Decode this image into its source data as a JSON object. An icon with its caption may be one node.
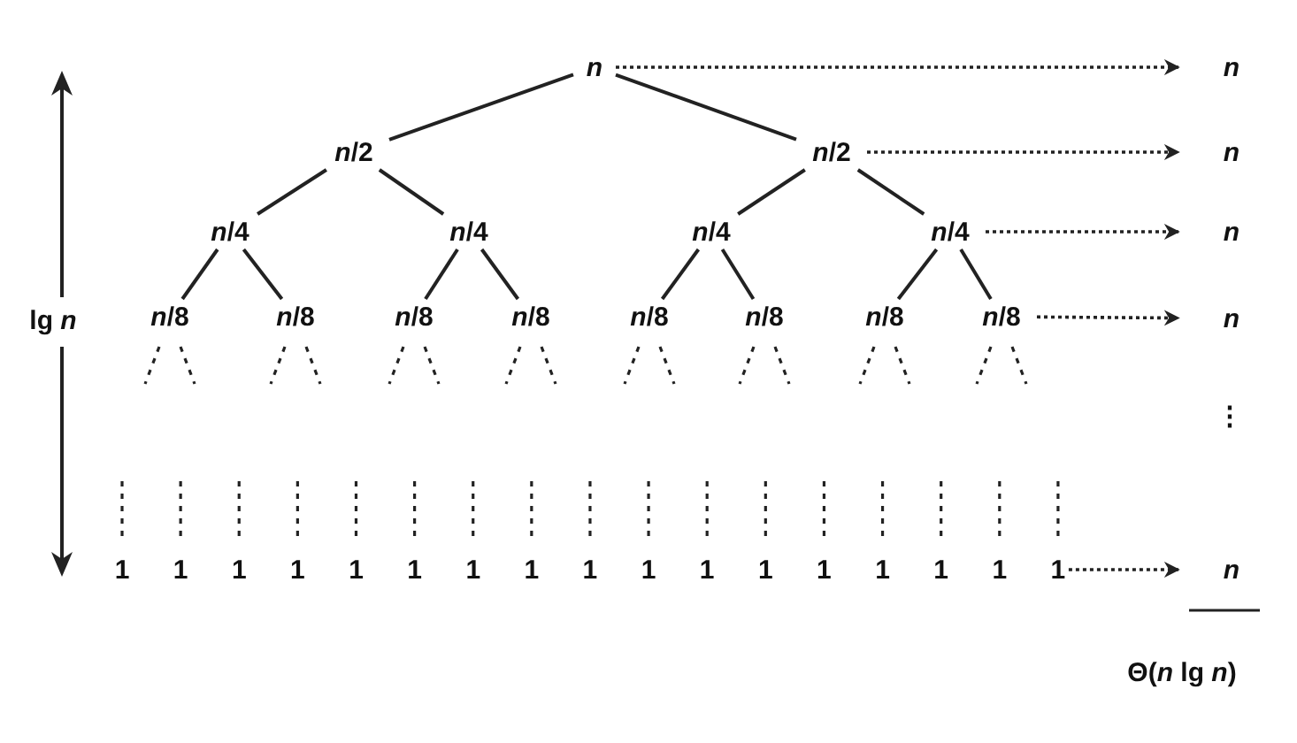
{
  "diagram": {
    "nodes": [
      {
        "text": [
          "n"
        ]
      },
      {
        "text": [
          "n"
        ]
      },
      {
        "text": [
          "*n*/2"
        ]
      },
      {
        "text": [
          "*n*/2"
        ]
      },
      {
        "text": [
          "n"
        ]
      },
      {
        "text": [
          "*n*/4"
        ]
      },
      {
        "text": [
          "*n*/4"
        ]
      },
      {
        "text": [
          "*n*/4"
        ]
      },
      {
        "text": [
          "*n*/4"
        ]
      },
      {
        "text": [
          "n"
        ]
      },
      {
        "text": [
          "*n*/8"
        ]
      },
      {
        "text": [
          "*n*/8"
        ]
      },
      {
        "text": [
          "*n*/8"
        ]
      },
      {
        "text": [
          "*n*/8"
        ]
      },
      {
        "text": [
          "*n*/8"
        ]
      },
      {
        "text": [
          "*n*/8"
        ]
      },
      {
        "text": [
          "*n*/8"
        ]
      },
      {
        "text": [
          "*n*/8"
        ]
      },
      {
        "text": [
          "n"
        ]
      },
      {
        "text": [
          "1"
        ]
      },
      {
        "text": [
          "1"
        ]
      },
      {
        "text": [
          "1"
        ]
      },
      {
        "text": [
          "1"
        ]
      },
      {
        "text": [
          "1"
        ]
      },
      {
        "text": [
          "1"
        ]
      },
      {
        "text": [
          "1"
        ]
      },
      {
        "text": [
          "1"
        ]
      },
      {
        "text": [
          "1"
        ]
      },
      {
        "text": [
          "1"
        ]
      },
      {
        "text": [
          "1"
        ]
      },
      {
        "text": [
          "1"
        ]
      },
      {
        "text": [
          "1"
        ]
      },
      {
        "text": [
          "1"
        ]
      },
      {
        "text": [
          "1"
        ]
      },
      {
        "text": [
          "1"
        ]
      },
      {
        "text": [
          "1"
        ]
      },
      {
        "text": [
          "n"
        ]
      }
    ],
    "edges": [
      {
        "from": 0,
        "to": 2,
        "arrow": "none"
      },
      {
        "from": 0,
        "to": 3,
        "arrow": "none"
      },
      {
        "from": 2,
        "to": 5,
        "arrow": "none"
      },
      {
        "from": 2,
        "to": 6,
        "arrow": "none"
      },
      {
        "from": 3,
        "to": 7,
        "arrow": "none"
      },
      {
        "from": 3,
        "to": 8,
        "arrow": "none"
      },
      {
        "from": 5,
        "to": 10,
        "arrow": "none"
      },
      {
        "from": 5,
        "to": 11,
        "arrow": "none"
      },
      {
        "from": 6,
        "to": 12,
        "arrow": "none"
      },
      {
        "from": 6,
        "to": 13,
        "arrow": "none"
      },
      {
        "from": 7,
        "to": 14,
        "arrow": "none"
      },
      {
        "from": 7,
        "to": 15,
        "arrow": "none"
      },
      {
        "from": 8,
        "to": 16,
        "arrow": "none"
      },
      {
        "from": 8,
        "to": 17,
        "arrow": "none"
      },
      {
        "from": 0,
        "to": 1,
        "arrow": "to",
        "style": "dashed"
      },
      {
        "from": 3,
        "to": 4,
        "arrow": "to",
        "style": "dashed"
      },
      {
        "from": 8,
        "to": 9,
        "arrow": "to",
        "style": "dashed"
      },
      {
        "from": 17,
        "to": 18,
        "arrow": "to",
        "style": "dashed"
      },
      {
        "from": 35,
        "to": 36,
        "arrow": "to",
        "style": "dashed"
      }
    ],
    "labels": [
      "lg *n*",
      "⋮",
      "Θ(*n* lg *n*)"
    ]
  }
}
